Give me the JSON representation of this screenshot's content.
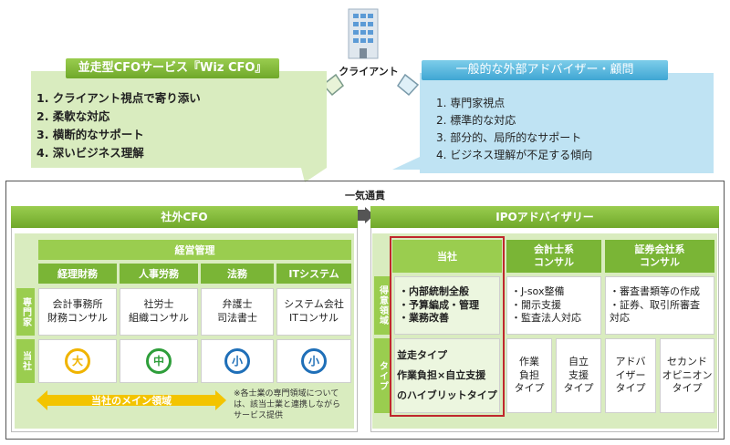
{
  "client": {
    "label": "クライアント"
  },
  "wiz": {
    "title": "並走型CFOサービス『Wiz CFO』",
    "items": [
      "1. クライアント視点で寄り添い",
      "2. 柔軟な対応",
      "3. 横断的なサポート",
      "4. 深いビジネス理解"
    ]
  },
  "general": {
    "title": "一般的な外部アドバイザー・顧問",
    "items": [
      "1. 専門家視点",
      "2. 標準的な対応",
      "3. 部分的、局所的なサポート",
      "4. ビジネス理解が不足する傾向"
    ]
  },
  "consistent": "一気通貫",
  "left": {
    "title": "社外CFO",
    "mgmt": "経営管理",
    "cols": [
      "経理財務",
      "人事労務",
      "法務",
      "ITシステム"
    ],
    "row_expert": "専門家",
    "row_ours": "当社",
    "experts": [
      [
        "会計事務所",
        "財務コンサル"
      ],
      [
        "社労士",
        "組織コンサル"
      ],
      [
        "弁護士",
        "司法書士"
      ],
      [
        "システム会社",
        "ITコンサル"
      ]
    ],
    "levels": [
      {
        "mark": "大",
        "color": "#f0b400"
      },
      {
        "mark": "中",
        "color": "#2e9e3a"
      },
      {
        "mark": "小",
        "color": "#1f6fb8"
      },
      {
        "mark": "小",
        "color": "#1f6fb8"
      }
    ],
    "main_area": "当社のメイン領域",
    "note": [
      "※各士業の専門領域については、該当士業と連携しながら",
      "サービス提供"
    ]
  },
  "right": {
    "title": "IPOアドバイザリー",
    "cols": [
      "当社",
      [
        "会計士系",
        "コンサル"
      ],
      [
        "証券会社系",
        "コンサル"
      ]
    ],
    "row_strength": "得意領域",
    "row_type": "タイプ",
    "ours_strength": [
      "・内部統制全般",
      "・予算編成・管理",
      "・業務改善"
    ],
    "accountant_strength": [
      "・J-sox整備",
      "・開示支援",
      "・監査法人対応"
    ],
    "securities_strength": [
      "・審査書類等の作成",
      "・証券、取引所審査",
      "対応"
    ],
    "ours_type": [
      "並走タイプ",
      "作業負担×自立支援",
      "のハイブリットタイプ"
    ],
    "types": [
      [
        "作業",
        "負担",
        "タイプ"
      ],
      [
        "自立",
        "支援",
        "タイプ"
      ],
      [
        "アドバ",
        "イザー",
        "タイプ"
      ],
      [
        "セカンド",
        "オピニオン",
        "タイプ"
      ]
    ]
  },
  "colors": {
    "green": "#7ab536",
    "lightgreen": "#d9ecbf",
    "blue": "#bfe3f3",
    "red": "#c0272d"
  }
}
